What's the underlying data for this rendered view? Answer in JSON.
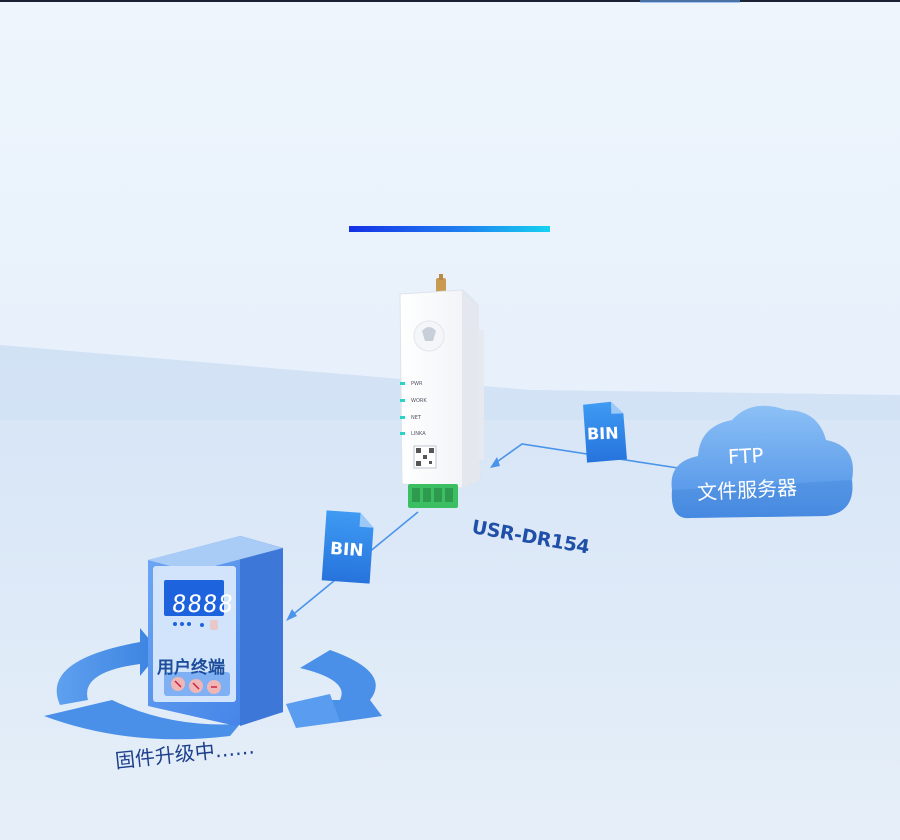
{
  "model": "USR-DR154",
  "ftp_cloud": {
    "line1": "FTP",
    "line2": "文件服务器",
    "color": "#5aa0ee"
  },
  "files": [
    {
      "label": "BIN"
    },
    {
      "label": "BIN"
    }
  ],
  "terminal": {
    "display": "8888",
    "label": "用户终端",
    "color": "#4a8ff0"
  },
  "status_text": "固件升级中……",
  "device": {
    "leds": [
      "PWR",
      "WORK",
      "NET",
      "LINKA"
    ],
    "led_color": "#2bd4c4",
    "terminal_block_color": "#3cbf62"
  },
  "accent": {
    "bar_start": "#1430e6",
    "bar_end": "#15d2f0",
    "arrow_color": "#4a94ea"
  }
}
